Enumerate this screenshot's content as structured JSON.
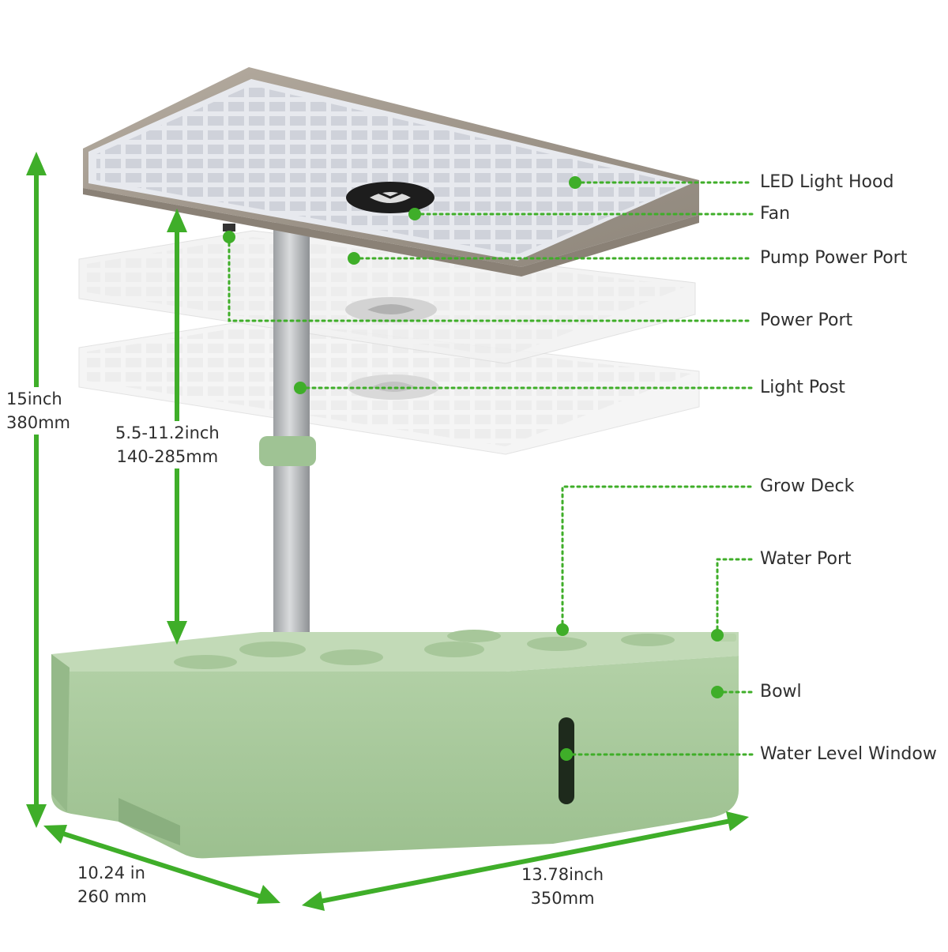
{
  "colors": {
    "accent": "#3fae29",
    "bowl": "#a8c99c",
    "bowl_dark": "#8fb483",
    "wood": "#a39a8e",
    "hood_panel": "#e6e8ee",
    "post": "#b7b9bb"
  },
  "callouts": [
    {
      "id": "led-light-hood",
      "label": "LED Light Hood"
    },
    {
      "id": "fan",
      "label": "Fan"
    },
    {
      "id": "pump-power-port",
      "label": "Pump Power Port"
    },
    {
      "id": "power-port",
      "label": "Power Port"
    },
    {
      "id": "light-post",
      "label": "Light Post"
    },
    {
      "id": "grow-deck",
      "label": "Grow Deck"
    },
    {
      "id": "water-port",
      "label": "Water Port"
    },
    {
      "id": "bowl",
      "label": "Bowl"
    },
    {
      "id": "water-level-window",
      "label": "Water Level Window"
    }
  ],
  "dimensions": {
    "total_height": {
      "imperial": "15inch",
      "metric": "380mm"
    },
    "adjust_height": {
      "imperial": "5.5-11.2inch",
      "metric": "140-285mm"
    },
    "depth": {
      "imperial": "10.24 in",
      "metric": "260 mm"
    },
    "width": {
      "imperial": "13.78inch",
      "metric": "350mm"
    }
  }
}
